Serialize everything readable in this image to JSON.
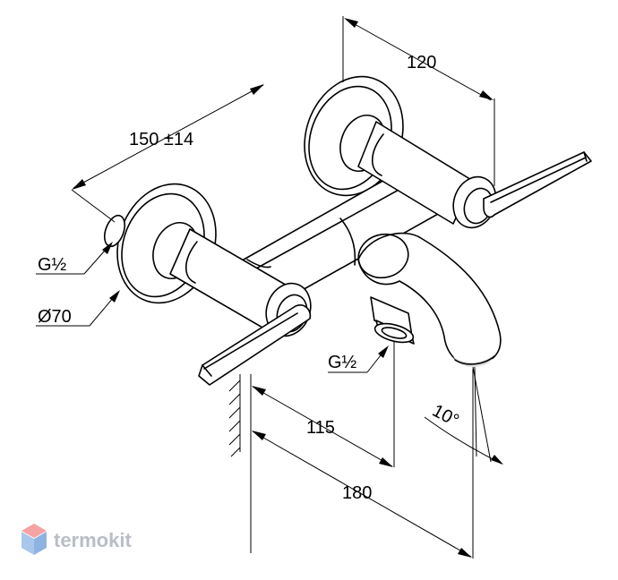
{
  "drawing": {
    "dimensions": {
      "width_top": "120",
      "spacing": "150 ±14",
      "depth_outlet": "115",
      "depth_spout": "180",
      "angle": "10°"
    },
    "thread_left": "G½",
    "thread_bottom": "G½",
    "flange_diameter": "Ø70"
  },
  "watermark": {
    "brand": "termokit",
    "colors": {
      "top": "#f5a3a3",
      "left": "#a9c6ec",
      "right": "#8fb3e0"
    }
  }
}
